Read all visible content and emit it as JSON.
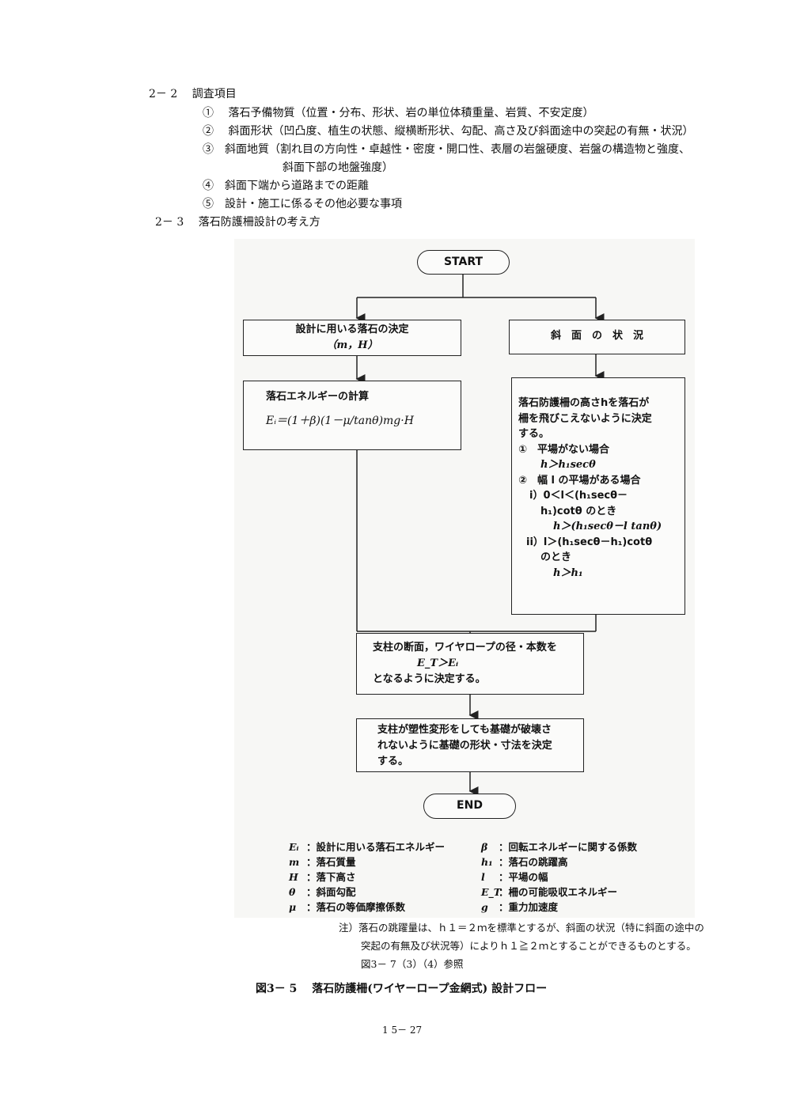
{
  "section_2_2": {
    "heading": "2－ 2　 調査項目",
    "items": [
      "①　 落石予備物質（位置・分布、形状、岩の単位体積重量、岩質、不安定度）",
      "②　 斜面形状（凹凸度、植生の状態、縦横断形状、勾配、高さ及び斜面途中の突起の有無・状況）",
      "③　斜面地質（割れ目の方向性・卓越性・密度・開口性、表層の岩盤硬度、岩盤の構造物と強度、",
      "斜面下部の地盤強度）",
      "④　斜面下端から道路までの距離",
      "⑤　設計・施工に係るその他必要な事項"
    ]
  },
  "section_2_3": {
    "heading": "2－ 3　 落石防護柵設計の考え方"
  },
  "flowchart": {
    "start": "START",
    "end": "END",
    "left_box1": [
      "設計に用いる落石の決定",
      "（m，H）"
    ],
    "right_box1": "斜　面　の　状　況",
    "left_box2": {
      "title": "落石エネルギーの計算",
      "formula": "Eᵢ＝(1＋β)(1－μ/tanθ)mg·H"
    },
    "right_box2": [
      "落石防護柵の高さhを落石が",
      "柵を飛びこえないように決定",
      "する。",
      "①　平場がない場合",
      "h＞h₁secθ",
      "②　幅 l の平場がある場合",
      "i）0＜l＜(h₁secθ－",
      "h₁)cotθ のとき",
      "h＞(h₁secθ－l tanθ)",
      "ii）l＞(h₁secθ－h₁)cotθ",
      "のとき",
      "h＞h₁"
    ],
    "box3": [
      "支柱の断面，ワイヤロープの径・本数を",
      "E_T＞Eᵢ",
      "となるように決定する。"
    ],
    "box4": [
      "支柱が塑性変形をしても基礎が破壊さ",
      "れないように基礎の形状・寸法を決定",
      "する。"
    ]
  },
  "legend": {
    "left": [
      {
        "sym": "Eᵢ",
        "desc": "：設計に用いる落石エネルギー"
      },
      {
        "sym": "m",
        "desc": "：落石質量"
      },
      {
        "sym": "H",
        "desc": "：落下高さ"
      },
      {
        "sym": "θ",
        "desc": "：斜面勾配"
      },
      {
        "sym": "μ",
        "desc": "：落石の等価摩擦係数"
      }
    ],
    "right": [
      {
        "sym": "β",
        "desc": "：回転エネルギーに関する係数"
      },
      {
        "sym": "h₁",
        "desc": "：落石の跳躍高"
      },
      {
        "sym": "l",
        "desc": "：平場の幅"
      },
      {
        "sym": "E_T",
        "desc": "：柵の可能吸収エネルギー"
      },
      {
        "sym": "g",
        "desc": "：重力加速度"
      }
    ]
  },
  "note": [
    "注）落石の跳躍量は、ｈ１＝２ｍを標準とするが、斜面の状況（特に斜面の途中の",
    "突起の有無及び状況等）によりｈ１≧２ｍとすることができるものとする。",
    "図3－ 7（3）（4）参照"
  ],
  "caption": "図3－ 5　 落石防護柵(ワイヤーロープ金網式) 設計フロー",
  "page_number": "1 5－ 27"
}
